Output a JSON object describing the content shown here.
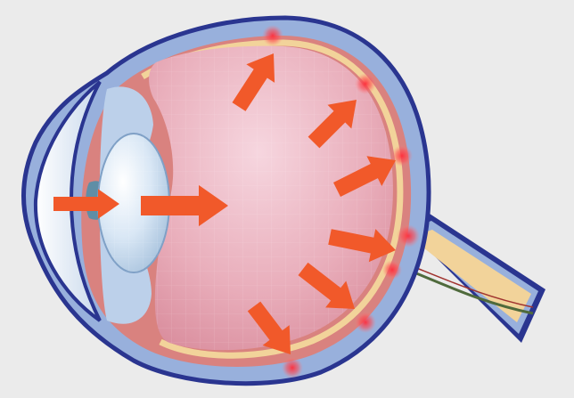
{
  "diagram": {
    "background_color": "#ebebeb",
    "colors": {
      "sclera_outline": "#2a3590",
      "sclera_fill": "#98b0dc",
      "choroid": "#d9827f",
      "retina_band": "#f2d39a",
      "vitreous": "#e6a4b2",
      "vitreous_highlight": "#f6d6df",
      "cornea": "#dfe9f4",
      "lens": "#c8dcef",
      "iris": "#5f8ea6",
      "pressure_arrow": "#f1592a",
      "pressure_point": "#ff2d3a",
      "optic_nerve_fill": "#f2d39a",
      "nerve_vessel": "#4f6a3c"
    },
    "icons": [
      "eye-cross-section",
      "pressure-arrow",
      "pressure-point"
    ]
  }
}
